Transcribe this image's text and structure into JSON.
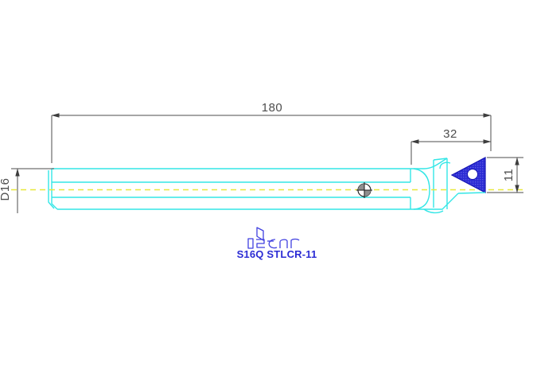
{
  "drawing": {
    "title": "Boring bar technical drawing",
    "background_color": "#ffffff",
    "part_outline_color": "#33e6e6",
    "insert_color": "#2b2bd4",
    "centerline_color": "#e8e83c",
    "dimension_color": "#4d4d4d",
    "brand_color": "#2b2bd4"
  },
  "dimensions": {
    "overall_length": {
      "label": "180",
      "orientation": "horizontal"
    },
    "head_length": {
      "label": "32",
      "orientation": "horizontal"
    },
    "head_height": {
      "label": "11",
      "orientation": "vertical"
    },
    "shank_diameter": {
      "label": "D16",
      "orientation": "vertical"
    }
  },
  "branding": {
    "logo_name": "iscar-logo",
    "logo_alt": "ISCAR",
    "part_number": "S16Q STLCR-11"
  },
  "features": {
    "insert_name": "triangular-carbide-insert",
    "screw_name": "insert-clamp-screw",
    "centerline_name": "axis-centerline"
  }
}
